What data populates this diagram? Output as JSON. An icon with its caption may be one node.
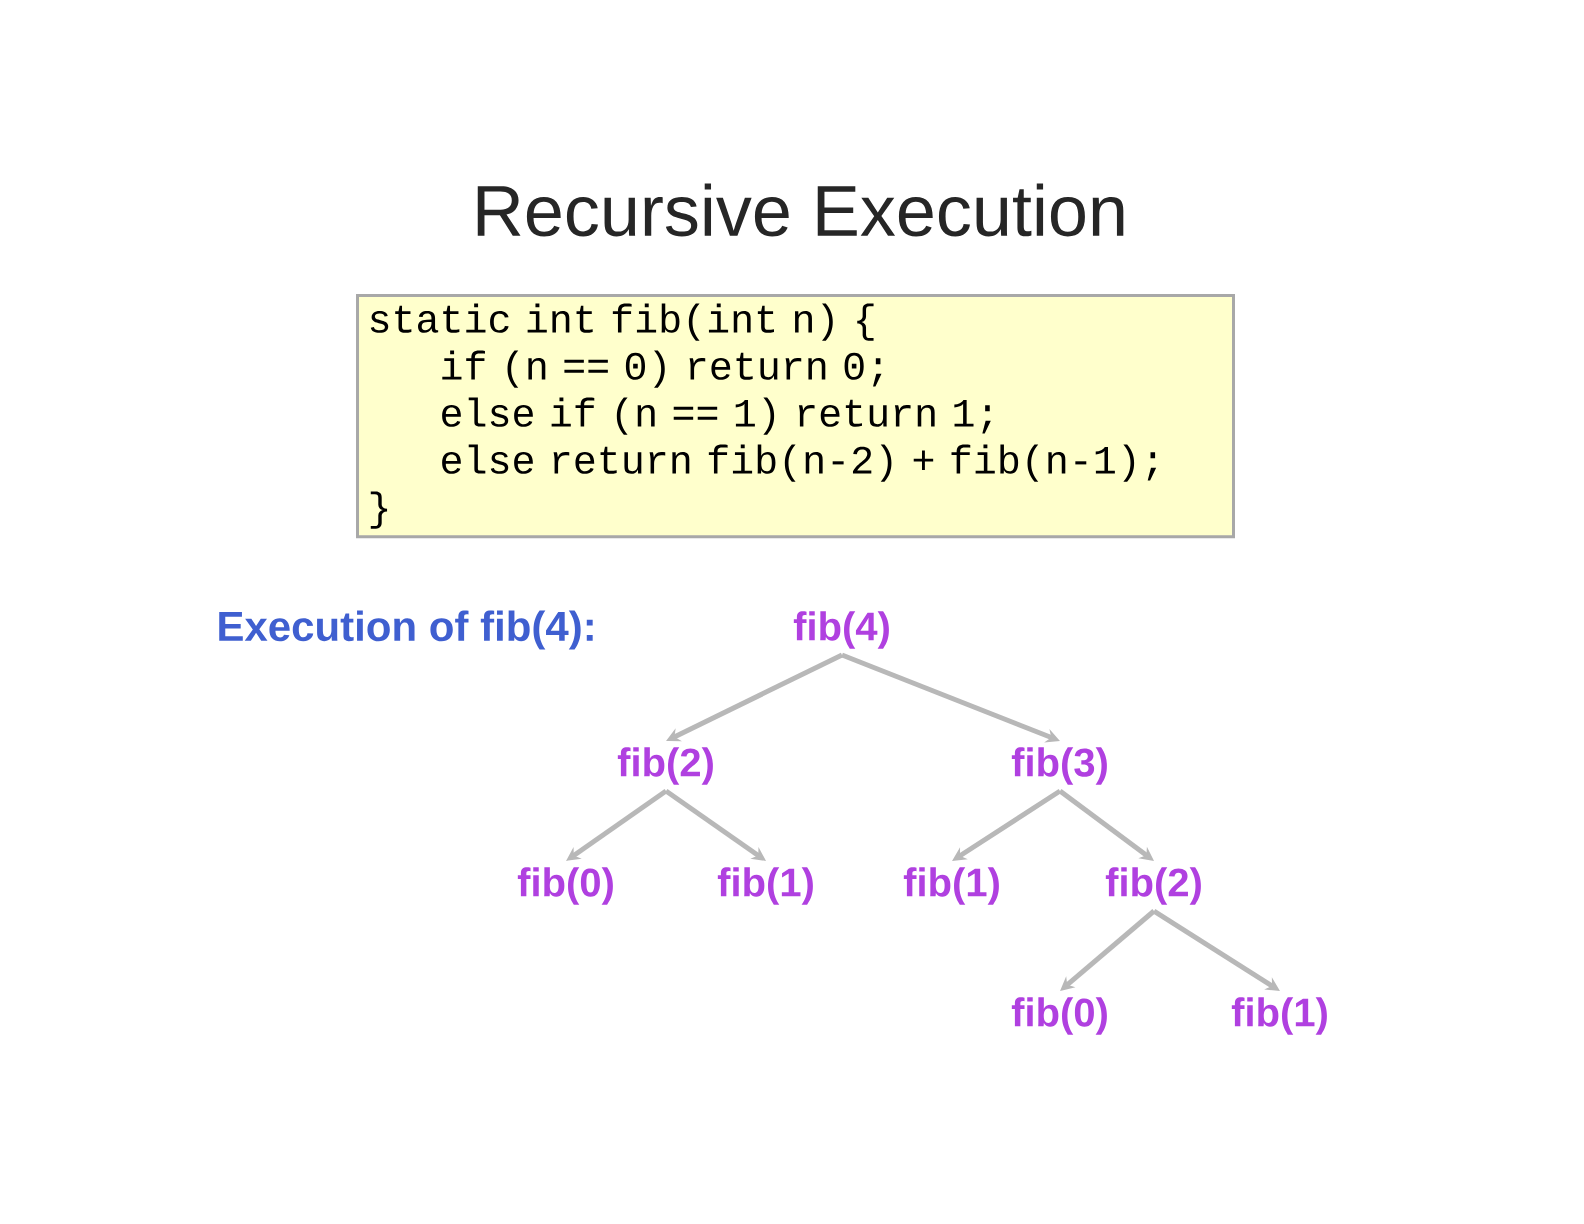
{
  "diagram": {
    "title": "Recursive Execution",
    "nodes": [
      {
        "text": [
          "static int fib(int n) {",
          "if (n == 0) return 0;",
          "else if (n == 1) return 1;",
          "else return fib(n-2) + fib(n-1);",
          "}"
        ]
      },
      {
        "text": [
          "fib(4)"
        ]
      },
      {
        "text": [
          "fib(2)"
        ]
      },
      {
        "text": [
          "fib(3)"
        ]
      },
      {
        "text": [
          "fib(0)"
        ]
      },
      {
        "text": [
          "fib(1)"
        ]
      },
      {
        "text": [
          "fib(1)"
        ]
      },
      {
        "text": [
          "fib(2)"
        ]
      },
      {
        "text": [
          "fib(0)"
        ]
      },
      {
        "text": [
          "fib(1)"
        ]
      }
    ],
    "edges": [
      {
        "from": 1,
        "to": 2,
        "arrow": "to"
      },
      {
        "from": 1,
        "to": 3,
        "arrow": "to"
      },
      {
        "from": 2,
        "to": 4,
        "arrow": "to"
      },
      {
        "from": 2,
        "to": 5,
        "arrow": "to"
      },
      {
        "from": 3,
        "to": 6,
        "arrow": "to"
      },
      {
        "from": 3,
        "to": 7,
        "arrow": "to"
      },
      {
        "from": 7,
        "to": 8,
        "arrow": "to"
      },
      {
        "from": 7,
        "to": 9,
        "arrow": "to"
      }
    ],
    "labels": [
      "Execution of fib(4):"
    ]
  }
}
